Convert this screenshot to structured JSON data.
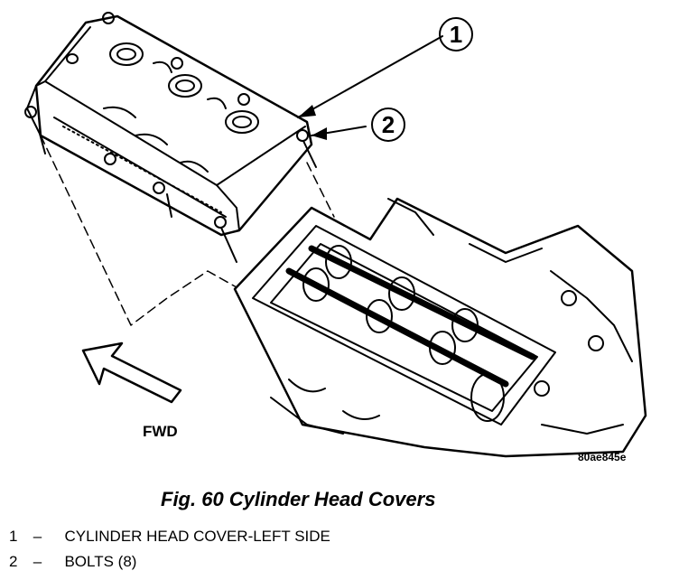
{
  "figure": {
    "callouts": [
      {
        "number": "1"
      },
      {
        "number": "2"
      }
    ],
    "direction_label": "FWD",
    "image_code": "80ae845e"
  },
  "caption": "Fig. 60 Cylinder Head Covers",
  "legend": [
    {
      "number": "1",
      "dash": "–",
      "text": "CYLINDER HEAD COVER-LEFT SIDE"
    },
    {
      "number": "2",
      "dash": "–",
      "text": "BOLTS (8)"
    }
  ]
}
